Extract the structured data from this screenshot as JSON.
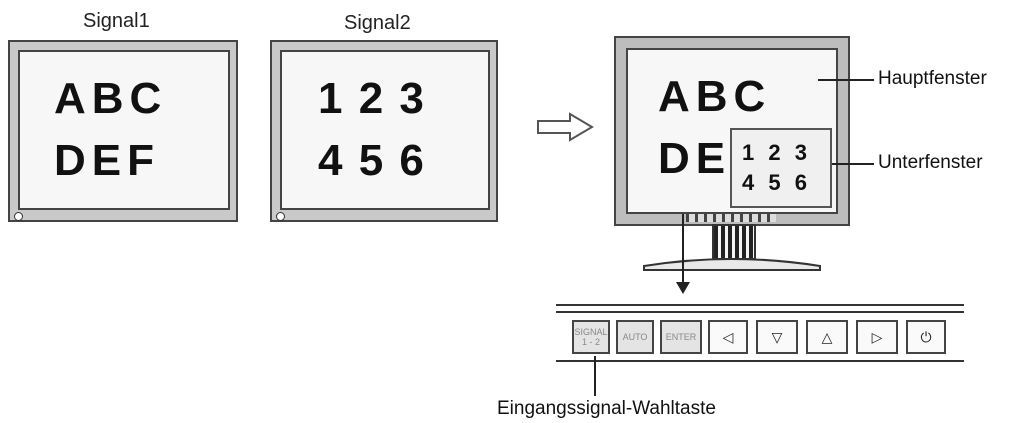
{
  "signal1": {
    "caption": "Signal1",
    "row1": "ABC",
    "row2": "DEF"
  },
  "signal2": {
    "caption": "Signal2",
    "row1": "1 2 3",
    "row2": "4 5 6"
  },
  "arrow_icon": "outline-right-arrow",
  "combined": {
    "main_row1": "ABC",
    "main_row2": "DE",
    "sub_row1": "1 2 3",
    "sub_row2": "4 5 6",
    "main_label": "Hauptfenster",
    "sub_label": "Unterfenster"
  },
  "control_panel": {
    "buttons": [
      {
        "label": "SIGNAL 1 - 2",
        "icon": "signal-select"
      },
      {
        "label": "AUTO",
        "icon": "auto"
      },
      {
        "label": "ENTER",
        "icon": "enter"
      },
      {
        "label": "◁",
        "icon": "left-triangle-icon"
      },
      {
        "label": "▽",
        "icon": "down-triangle-icon"
      },
      {
        "label": "△",
        "icon": "up-triangle-icon"
      },
      {
        "label": "▷",
        "icon": "right-triangle-icon"
      },
      {
        "label": "⏻",
        "icon": "power-icon"
      }
    ],
    "caption": "Eingangssignal-Wahltaste"
  }
}
